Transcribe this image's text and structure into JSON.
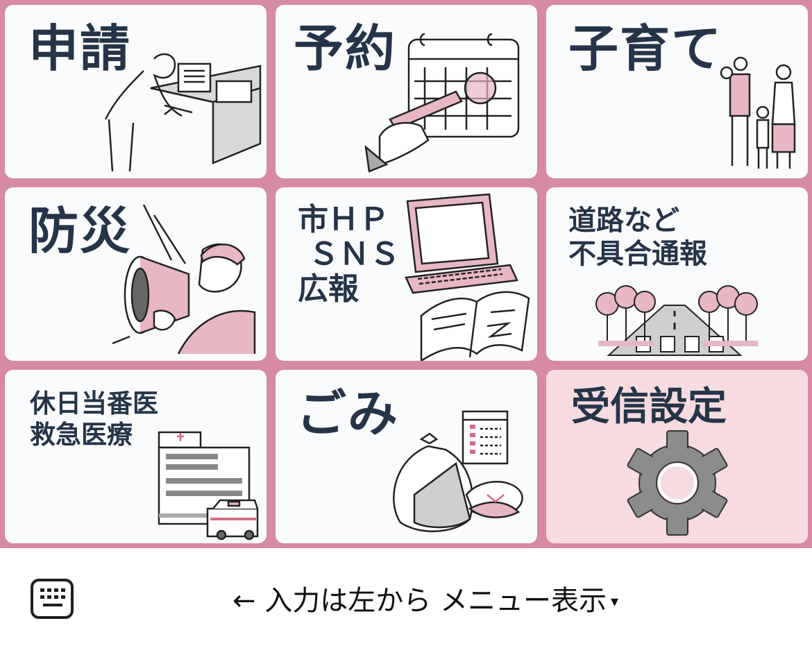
{
  "tiles": [
    {
      "id": "shinsei",
      "label": "申請"
    },
    {
      "id": "yoyaku",
      "label": "予約"
    },
    {
      "id": "kosodate",
      "label": "子育て"
    },
    {
      "id": "bousai",
      "label": "防災"
    },
    {
      "id": "koho",
      "label": "市ＨＰ\n ＳＮＳ\n広報"
    },
    {
      "id": "doro",
      "label": "道路など\n不具合通報"
    },
    {
      "id": "kyujitsu",
      "label": "休日当番医\n救急医療"
    },
    {
      "id": "gomi",
      "label": "ごみ"
    },
    {
      "id": "settings",
      "label": "受信設定"
    }
  ],
  "bottom_bar": {
    "menu_label": "← 入力は左から メニュー表示",
    "toggle_glyph": "▾",
    "keyboard_icon": "keyboard-icon"
  },
  "colors": {
    "frame": "#d68aa3",
    "tile": "#fafbfc",
    "tile_highlight": "#f6dbe1",
    "label": "#253448",
    "accent_pink": "#e7b7c3",
    "gear": "#8c8c8c"
  }
}
